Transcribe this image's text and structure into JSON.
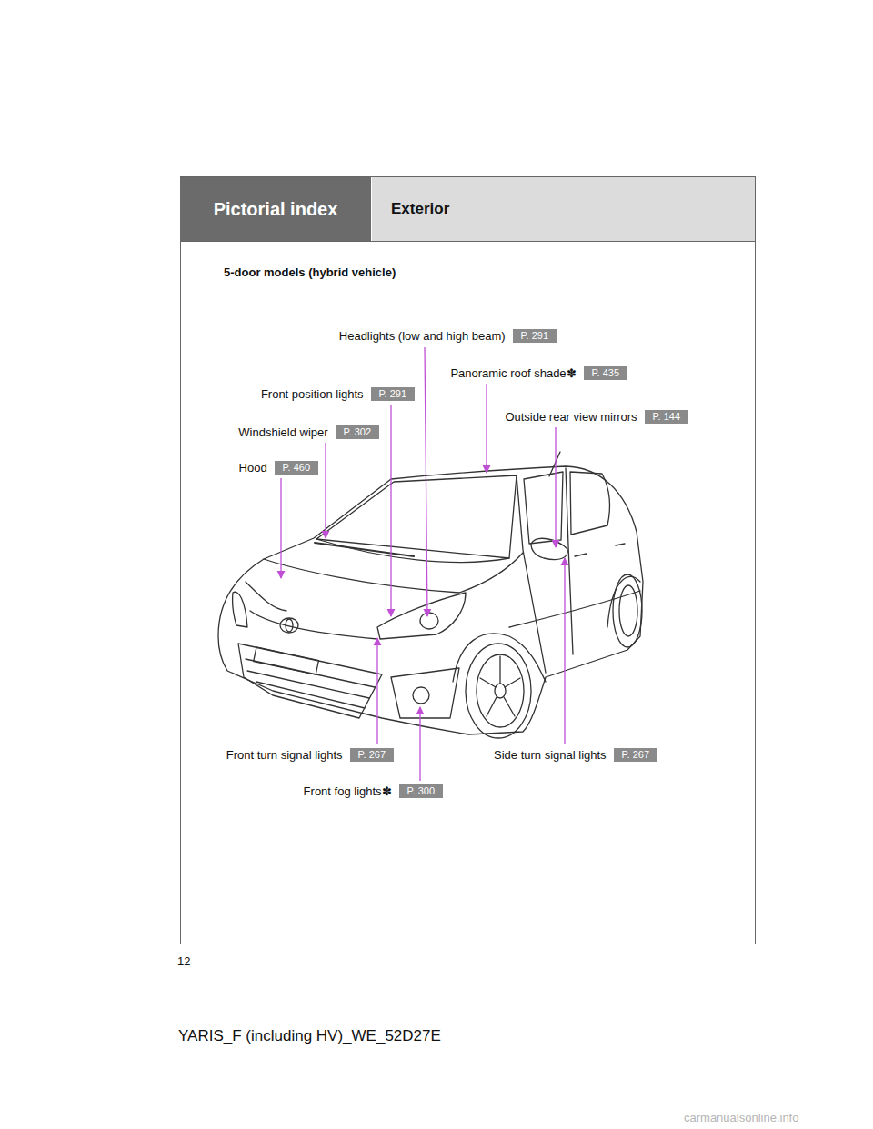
{
  "diagram": {
    "nodes": [
      {
        "text": [
          "Pictorial index"
        ]
      },
      {
        "text": [
          "Exterior"
        ]
      },
      {
        "text": [
          "Headlights (low and high beam)",
          "P. 291"
        ]
      },
      {
        "text": [
          "Panoramic roof shade✽",
          "P. 435"
        ]
      },
      {
        "text": [
          "Front position lights",
          "P. 291"
        ]
      },
      {
        "text": [
          "Outside rear view mirrors",
          "P. 144"
        ]
      },
      {
        "text": [
          "Windshield wiper",
          "P. 302"
        ]
      },
      {
        "text": [
          "Hood",
          "P. 460"
        ]
      },
      {
        "text": [
          "Front turn signal lights",
          "P. 267"
        ]
      },
      {
        "text": [
          "Side turn signal lights",
          "P. 267"
        ]
      },
      {
        "text": [
          "Front fog lights✽",
          "P. 300"
        ]
      }
    ],
    "labels": [
      "5-door models (hybrid vehicle)",
      "12",
      "YARIS_F (including HV)_WE_52D27E",
      "carmanualsonline.info"
    ]
  }
}
